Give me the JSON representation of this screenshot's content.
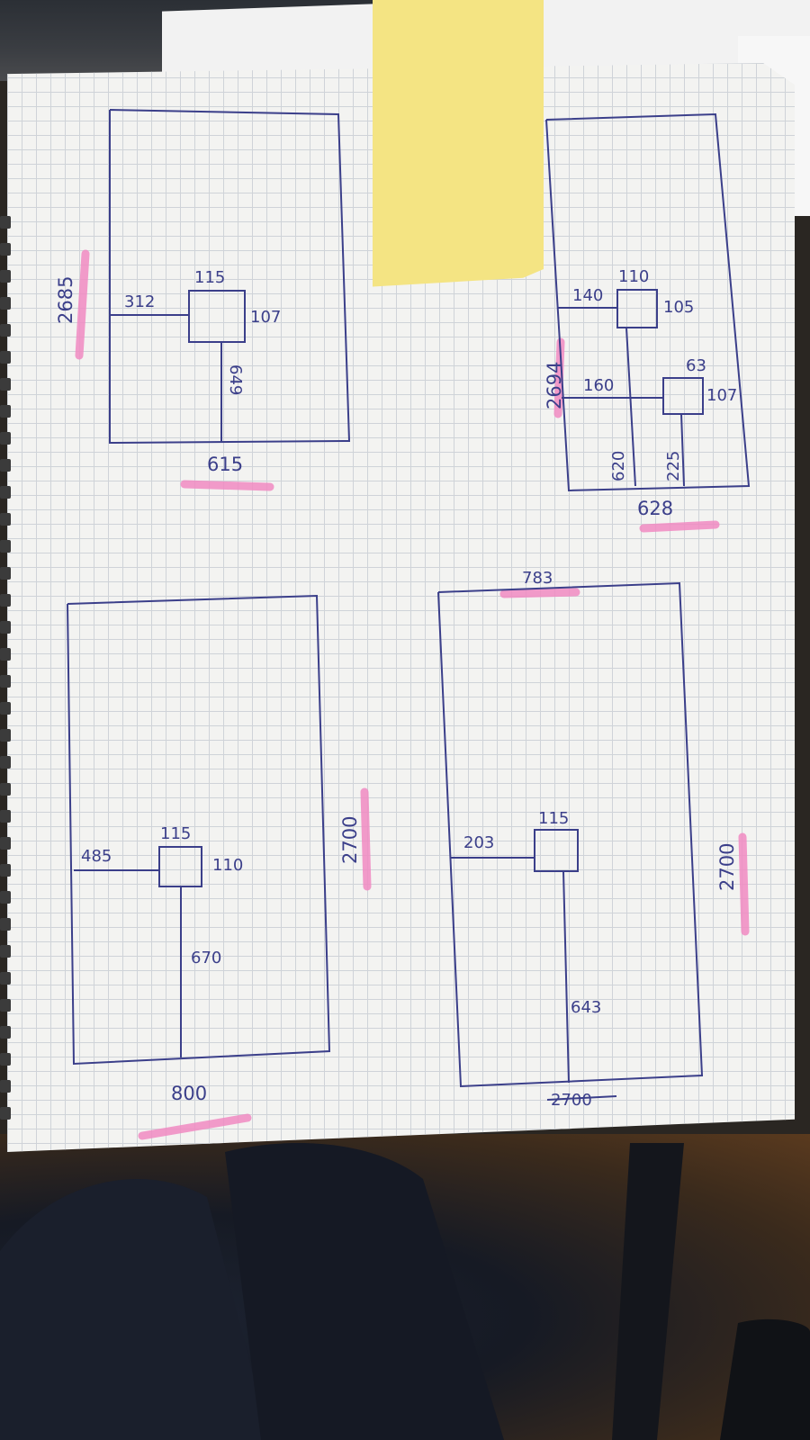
{
  "photo": {
    "subject": "graph paper notebook page with hand-drawn floor plans",
    "ink_color": "#3b3f8a",
    "highlighter_color": "#f08ac2",
    "sticky_note_color": "#f4e483"
  },
  "sketches": [
    {
      "overall_height": "2685",
      "overall_width": "615",
      "box_width": "115",
      "box_height": "107",
      "left_dim": "312",
      "bottom_dim": "649"
    },
    {
      "overall_height": "2694",
      "overall_width": "628",
      "box1_width": "110",
      "box1_height": "105",
      "box1_left": "140",
      "box2_width": "63",
      "box2_height": "107",
      "box2_left": "160",
      "line_a": "620",
      "line_b": "225"
    },
    {
      "overall_height": "2700",
      "overall_width": "800",
      "box_width": "115",
      "box_height": "110",
      "left_dim": "485",
      "bottom_dim": "670"
    },
    {
      "overall_height": "2700",
      "overall_width": "783",
      "box_width": "115",
      "left_dim": "203",
      "bottom_dim": "643",
      "crossed_out": "2700"
    }
  ]
}
